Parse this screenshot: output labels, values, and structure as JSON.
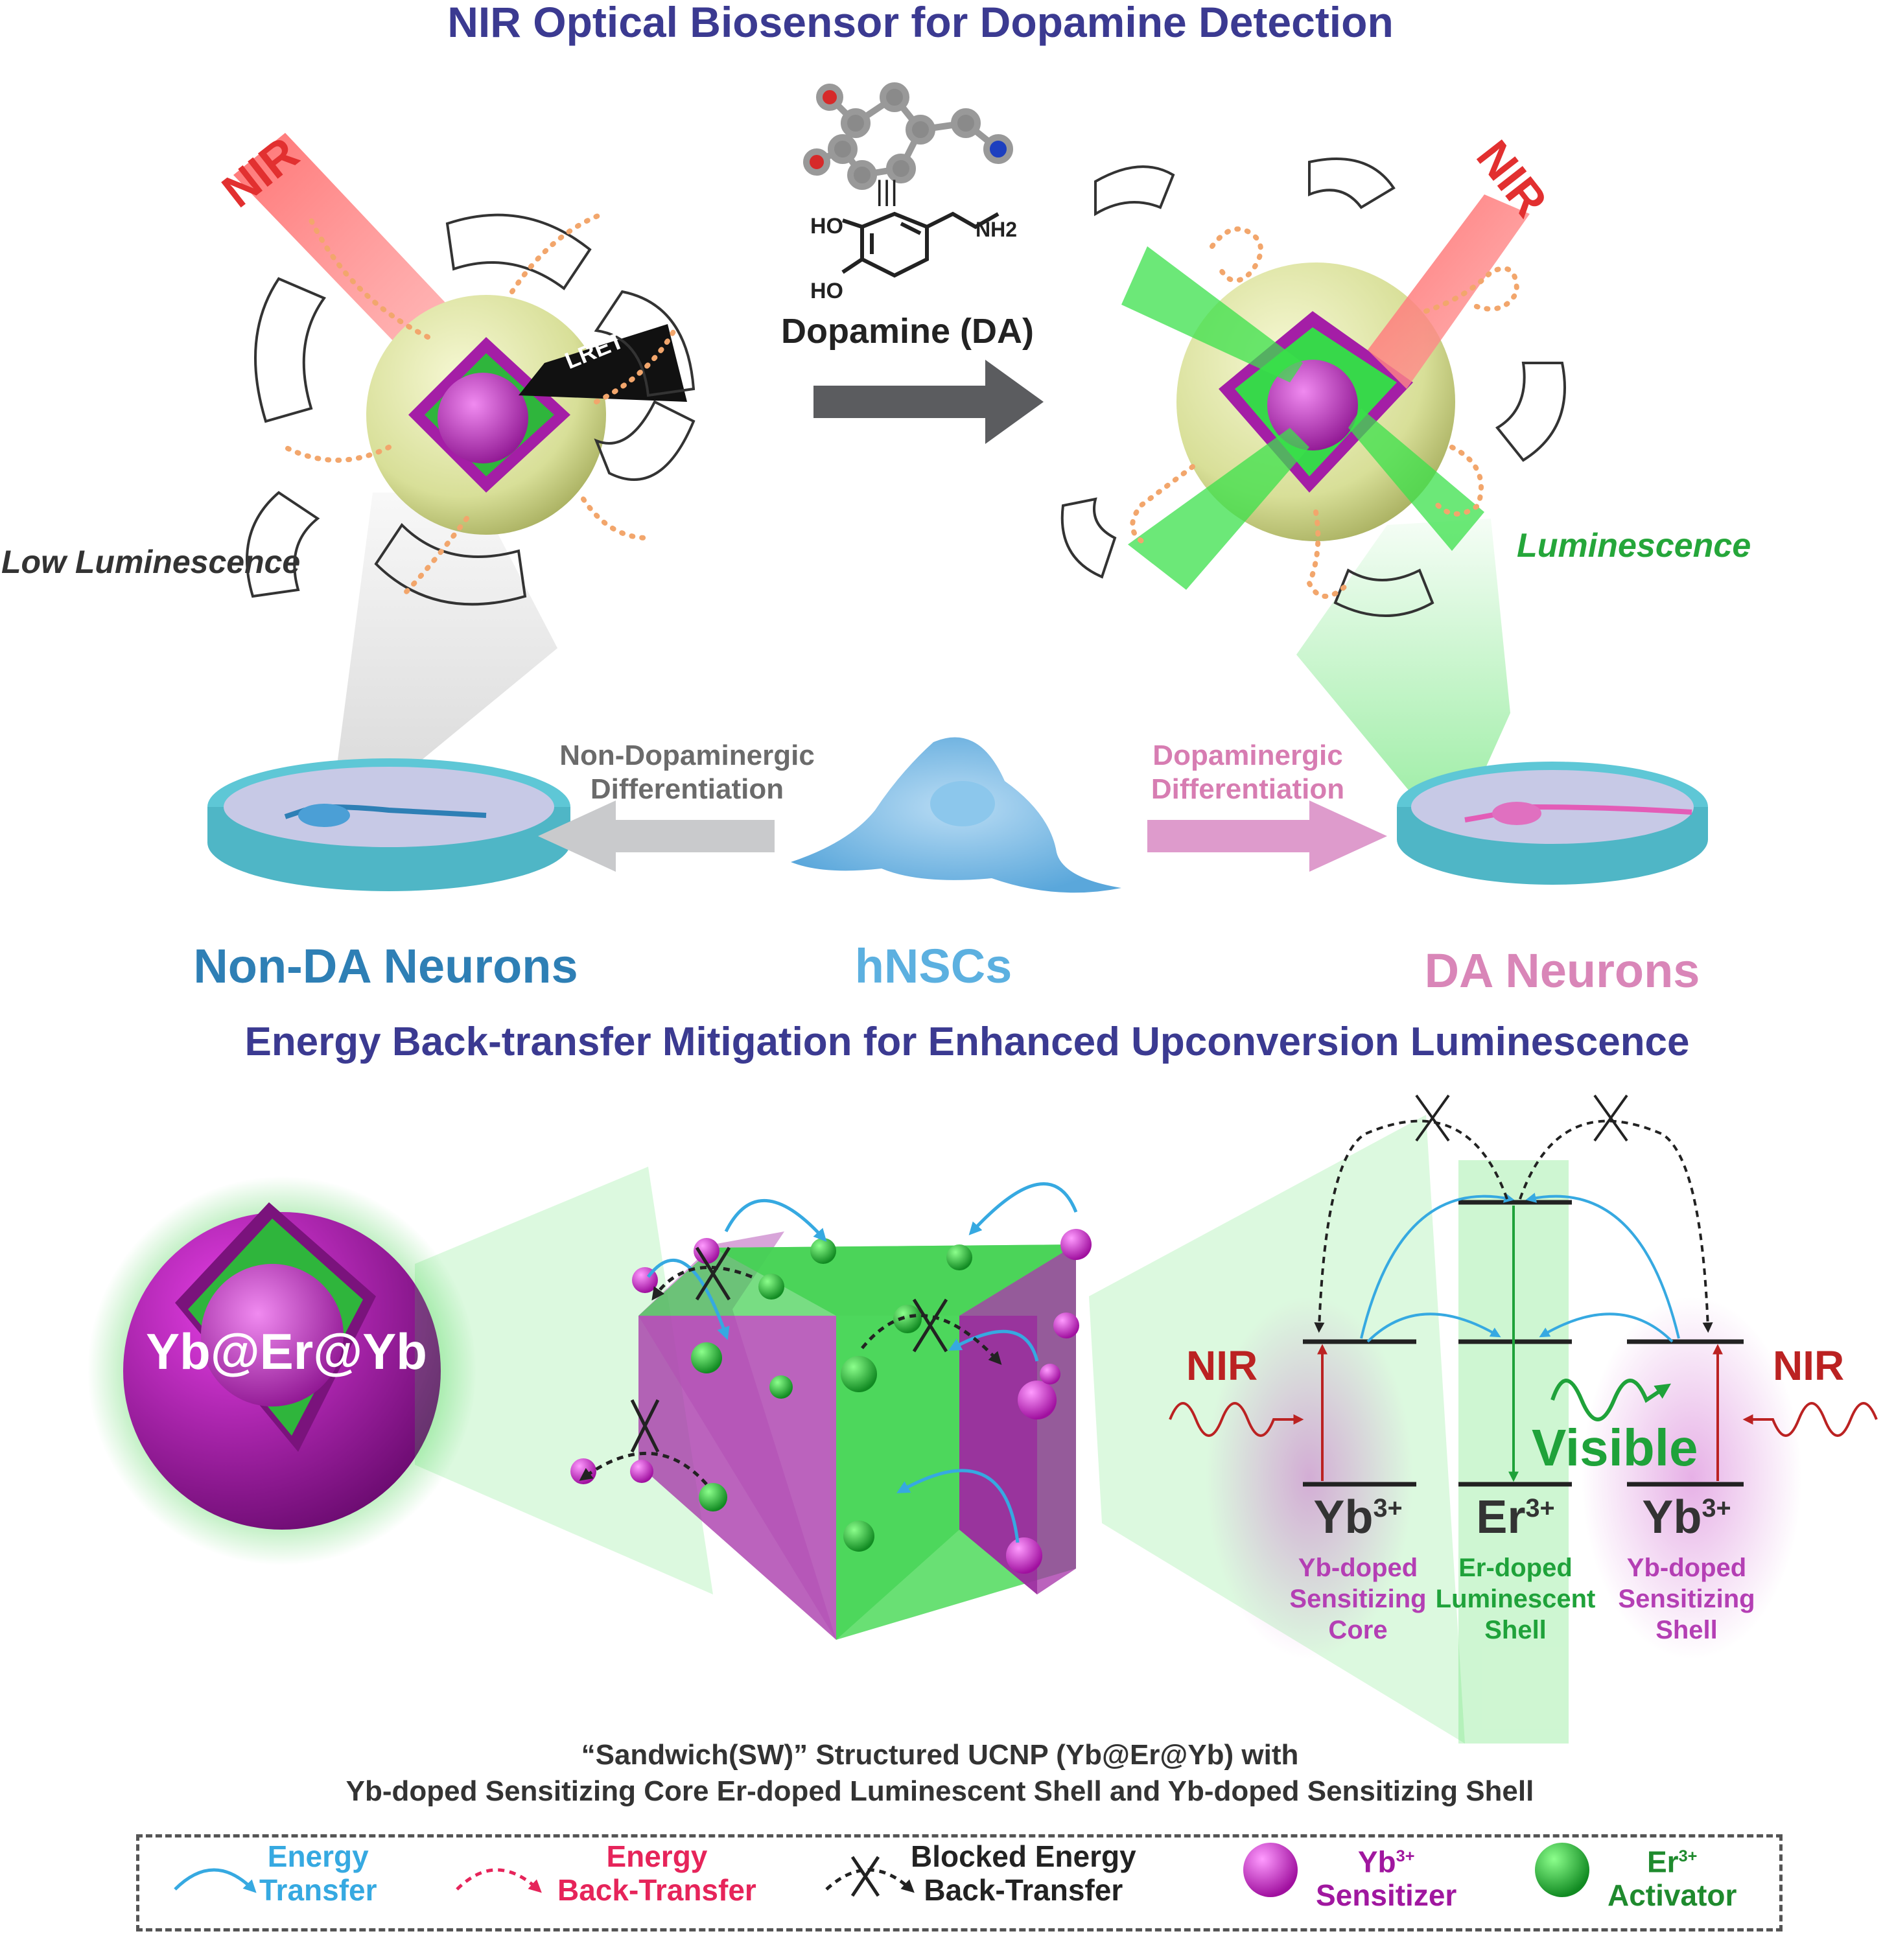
{
  "top_title": "NIR Optical Biosensor for Dopamine Detection",
  "bottom_title": "Energy Back-transfer Mitigation for Enhanced Upconversion Luminescence",
  "left_particle": {
    "nir_label": "NIR",
    "lret_label": "LRET",
    "status": "Low Luminescence"
  },
  "right_particle": {
    "nir_label": "NIR",
    "status": "Luminescence"
  },
  "dopamine": {
    "equiv_symbol": "|||",
    "ho1": "HO",
    "ho2": "HO",
    "nh2": "NH2",
    "caption": "Dopamine (DA)"
  },
  "differentiation": {
    "left_arrow": [
      "Non-Dopaminergic",
      "Differentiation"
    ],
    "right_arrow": [
      "Dopaminergic",
      "Differentiation"
    ],
    "left_cells": "Non-DA Neurons",
    "center_cells": "hNSCs",
    "right_cells": "DA Neurons"
  },
  "nanoparticle_label": "Yb@Er@Yb",
  "energy_diagram": {
    "nir_left": "NIR",
    "nir_right": "NIR",
    "visible": "Visible",
    "ions": [
      {
        "symbol": "Yb",
        "charge": "3+",
        "desc": [
          "Yb-doped",
          "Sensitizing",
          "Core"
        ]
      },
      {
        "symbol": "Er",
        "charge": "3+",
        "desc": [
          "Er-doped",
          "Luminescent",
          "Shell"
        ]
      },
      {
        "symbol": "Yb",
        "charge": "3+",
        "desc": [
          "Yb-doped",
          "Sensitizing",
          "Shell"
        ]
      }
    ]
  },
  "caption": [
    "“Sandwich(SW)” Structured UCNP (Yb@Er@Yb) with",
    "Yb-doped Sensitizing Core Er-doped Luminescent Shell and Yb-doped Sensitizing Shell"
  ],
  "legend": [
    {
      "label": [
        "Energy",
        "Transfer"
      ],
      "color": "#36a9e1"
    },
    {
      "label": [
        "Energy",
        "Back-Transfer"
      ],
      "color": "#e6245a"
    },
    {
      "label": [
        "Blocked Energy",
        "Back-Transfer"
      ],
      "color": "#222222"
    },
    {
      "label_main": "Yb",
      "label_charge": "3+",
      "label_role": "Sensitizer",
      "color": "#a0179f"
    },
    {
      "label_main": "Er",
      "label_charge": "3+",
      "label_role": "Activator",
      "color": "#1f8a2e"
    }
  ],
  "colors": {
    "heading": "#3b3a91",
    "yb": "#d01ad0",
    "er": "#21c04a",
    "nir": "#e23030",
    "green_light": "#44dd55",
    "shell": "#e9edb4",
    "arrow_gray": "#5b5c5f",
    "non_da": "#2e7fb5",
    "hnsc": "#5cb0e0",
    "da": "#d986b8"
  }
}
